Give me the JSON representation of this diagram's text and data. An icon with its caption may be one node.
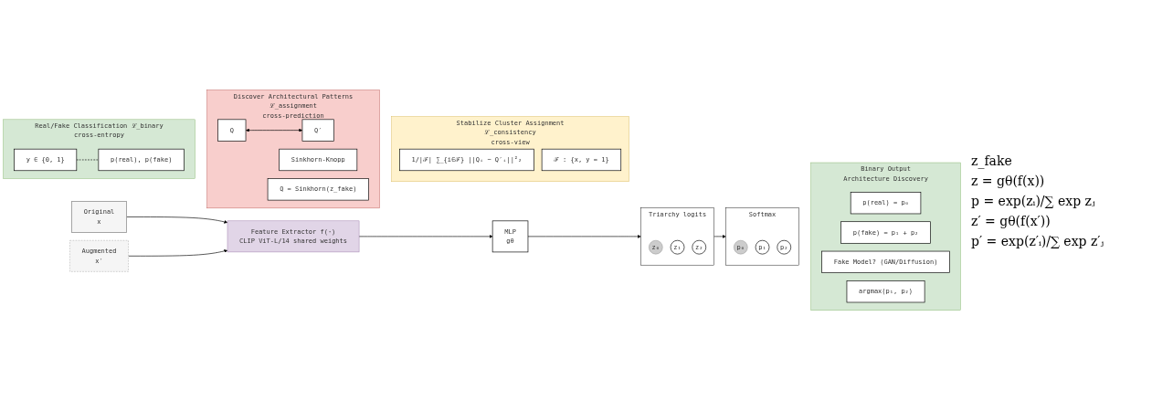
{
  "diagram": {
    "nodes": [
      {
        "text": [
          "Original",
          "x"
        ]
      },
      {
        "text": [
          "Augmented",
          "x′"
        ]
      },
      {
        "text": [
          "Feature Extractor f(·)",
          "CLIP ViT-L/14 shared weights"
        ]
      },
      {
        "text": [
          "MLP",
          "gθ"
        ]
      },
      {
        "text": [
          "Triarchy logits"
        ]
      },
      {
        "text": [
          "z₀"
        ],
        "in": 4
      },
      {
        "text": [
          "z₁"
        ],
        "in": 4
      },
      {
        "text": [
          "z₂"
        ],
        "in": 4
      },
      {
        "text": [
          "Softmax"
        ]
      },
      {
        "text": [
          "p₀"
        ],
        "in": 8
      },
      {
        "text": [
          "p₁"
        ],
        "in": 8
      },
      {
        "text": [
          "p₂"
        ],
        "in": 8
      },
      {
        "text": [
          "Binary Output",
          "Architecture Discovery"
        ]
      },
      {
        "text": [
          "p(real) = p₀"
        ],
        "in": 12
      },
      {
        "text": [
          "p(fake) = p₁ + p₂"
        ],
        "in": 12
      },
      {
        "text": [
          "Fake Model? (GAN/Diffusion)"
        ],
        "in": 12
      },
      {
        "text": [
          "argmax(p₁, p₂)"
        ],
        "in": 12
      },
      {
        "text": [
          "Real/Fake Classification ℒ_binary",
          "cross-entropy"
        ]
      },
      {
        "text": [
          "y ∈ {0, 1}"
        ],
        "in": 17
      },
      {
        "text": [
          "p(real), p(fake)"
        ],
        "in": 17
      },
      {
        "text": [
          "Discover Architectural Patterns",
          "ℒ_assignment",
          "cross-prediction"
        ]
      },
      {
        "text": [
          "Q"
        ],
        "in": 20
      },
      {
        "text": [
          "Q′"
        ],
        "in": 20
      },
      {
        "text": [
          "Sinkhorn-Knopp"
        ],
        "in": 20
      },
      {
        "text": [
          "Q = Sinkhorn(z_fake)"
        ],
        "in": 20
      },
      {
        "text": [
          "Stabilize Cluster Assignment",
          "ℒ_consistency",
          "cross-view"
        ]
      },
      {
        "text": [
          "1/|ℱ| ∑_{i∈ℱ} ||Qᵢ − Q′ᵢ||²₂"
        ],
        "in": 25
      },
      {
        "text": [
          "ℱ : {x, y = 1}"
        ],
        "in": 25
      }
    ],
    "edges": [
      {
        "from": 0,
        "to": 2,
        "arrow": "to"
      },
      {
        "from": 1,
        "to": 2,
        "arrow": "to"
      },
      {
        "from": 2,
        "to": 3,
        "arrow": "to"
      },
      {
        "from": 3,
        "to": 4,
        "arrow": "to"
      },
      {
        "from": 4,
        "to": 8,
        "arrow": "to"
      },
      {
        "from": 18,
        "to": 19,
        "arrow": "none",
        "style": "dashed"
      },
      {
        "from": 21,
        "to": 22,
        "arrow": "both"
      }
    ],
    "labels": [
      "z_fake",
      "z = gθ(f(x))",
      "p = exp(zᵢ)/∑ exp zⱼ",
      "z′ = gθ(f(x′))",
      "p′ = exp(z′ᵢ)/∑ exp z′ⱼ"
    ]
  }
}
